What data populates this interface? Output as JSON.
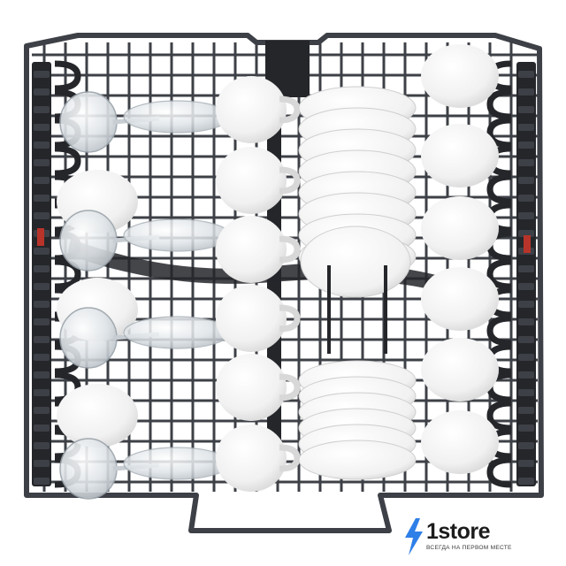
{
  "scene": {
    "subject": "dishwasher-upper-rack",
    "colors": {
      "rack": "#3d4046",
      "rack_dark": "#24262a",
      "porcelain": "#f1f1f1",
      "porcelain_shade": "#d8d8d8",
      "glass": "#dfe4e8",
      "accent": "#b8342a",
      "background": "#ffffff"
    }
  },
  "brand": {
    "name": "1store",
    "tagline": "ВСЕГДА НА ПЕРВОМ МЕСТЕ",
    "icon": "lightning-bolt-icon",
    "icon_color": "#2f7fe8"
  }
}
